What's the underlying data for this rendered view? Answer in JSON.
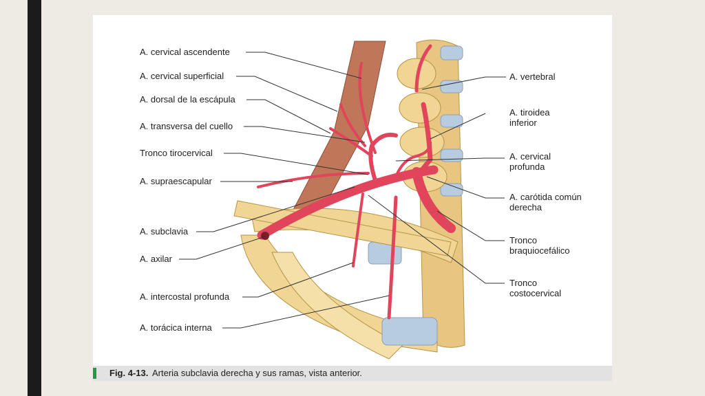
{
  "slide": {
    "figure_number": "Fig. 4-13.",
    "figure_caption": "Arteria subclavia derecha y sus ramas, vista anterior."
  },
  "labels_left": [
    "A. cervical ascendente",
    "A. cervical superficial",
    "A. dorsal de la escápula",
    "A. transversa del cuello",
    "Tronco tirocervical",
    "A. supraescapular",
    "A. subclavia",
    "A. axilar",
    "A. intercostal profunda",
    "A. torácica interna"
  ],
  "labels_right": [
    "A. vertebral",
    "A. tiroidea inferior",
    "A. cervical profunda",
    "A. carótida común derecha",
    "Tronco braquiocefálico",
    "Tronco costocervical"
  ],
  "colors": {
    "artery": "#e0455c",
    "bone": "#f0d594",
    "cartilage": "#b8cce0",
    "muscle": "#b96848",
    "caption_accent": "#1f9b48"
  }
}
